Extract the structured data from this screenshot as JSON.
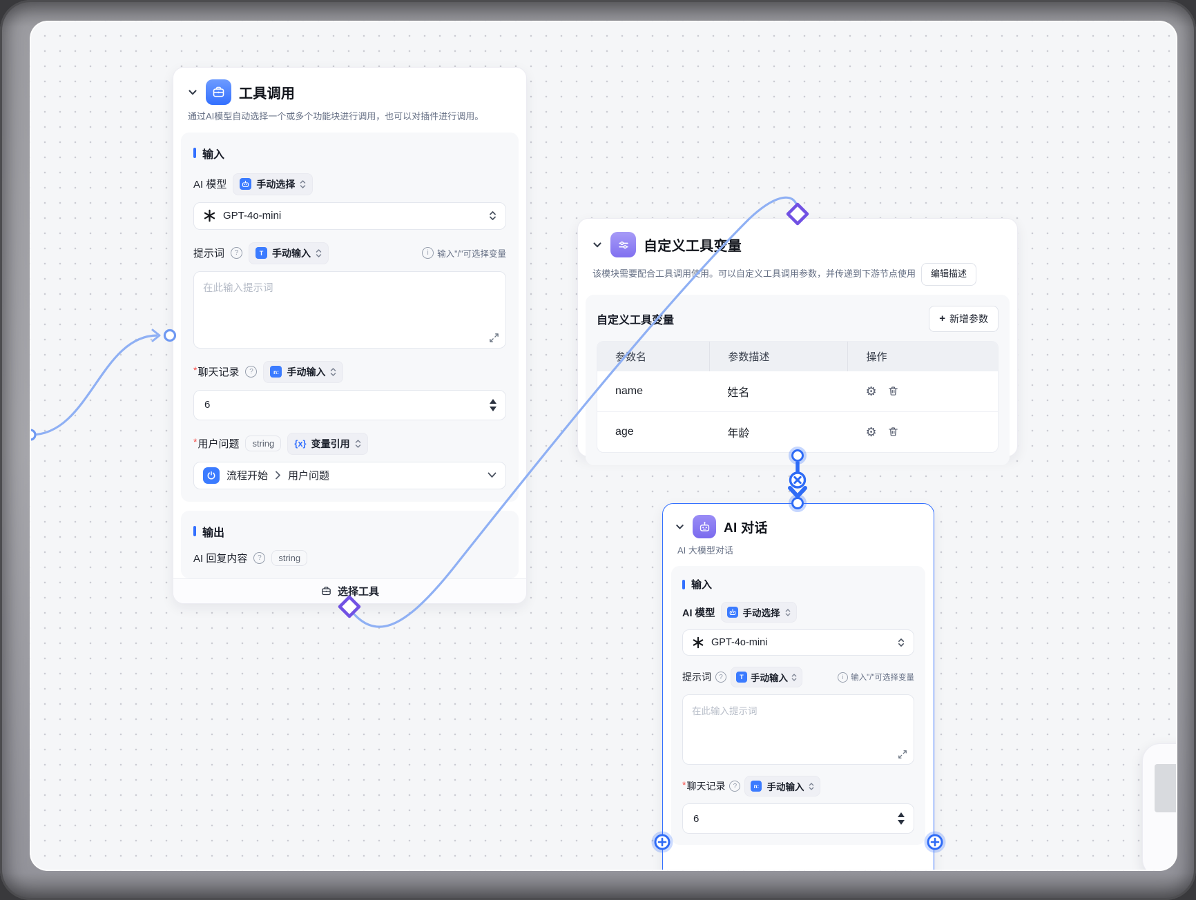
{
  "icons": {
    "openai_logo": "six-spoke-asterisk",
    "gear": "⚙",
    "collapse": "chevron-down",
    "tool_node_icon": "briefcase",
    "custom_vars_node_icon": "sliders",
    "ai_chat_node_icon": "robot"
  },
  "colors": {
    "primary_blue": "#3370ff",
    "edge_blue": "#8fb0f4",
    "diamond_purple": "#7151e3",
    "panel_bg": "#f7f8fa"
  },
  "nodes": {
    "tool_call": {
      "title": "工具调用",
      "description": "通过AI模型自动选择一个或多个功能块进行调用，也可以对插件进行调用。",
      "input_section_label": "输入",
      "model_label": "AI 模型",
      "model_mode": "手动选择",
      "model_value": "GPT-4o-mini",
      "prompt_label": "提示词",
      "prompt_mode": "手动输入",
      "prompt_icon_letter": "T",
      "prompt_hint": "输入\"/\"可选择变量",
      "prompt_placeholder": "在此输入提示词",
      "history_label": "聊天记录",
      "history_mode": "手动输入",
      "history_icon_letter": "n:",
      "history_value": "6",
      "question_label": "用户问题",
      "question_type": "string",
      "question_mode": "变量引用",
      "question_mode_icon": "{x}",
      "question_source": "流程开始",
      "question_field": "用户问题",
      "output_section_label": "输出",
      "output_label": "AI 回复内容",
      "output_type": "string",
      "footer_button": "选择工具"
    },
    "custom_vars": {
      "title": "自定义工具变量",
      "description": "该模块需要配合工具调用使用。可以自定义工具调用参数，并传递到下游节点使用",
      "edit_button": "编辑描述",
      "panel_title": "自定义工具变量",
      "add_button_plus": "+",
      "add_button": "新增参数",
      "col_name": "参数名",
      "col_desc": "参数描述",
      "col_action": "操作",
      "rows": [
        {
          "name": "name",
          "desc": "姓名"
        },
        {
          "name": "age",
          "desc": "年龄"
        }
      ]
    },
    "ai_chat": {
      "title": "AI 对话",
      "subtitle": "AI 大模型对话",
      "input_section_label": "输入",
      "model_label": "AI 模型",
      "model_mode": "手动选择",
      "model_value": "GPT-4o-mini",
      "prompt_label": "提示词",
      "prompt_mode": "手动输入",
      "prompt_icon_letter": "T",
      "prompt_hint": "输入\"/\"可选择变量",
      "prompt_placeholder": "在此输入提示词",
      "history_label": "聊天记录",
      "history_mode": "手动输入",
      "history_icon_letter": "n:",
      "history_value": "6"
    }
  }
}
